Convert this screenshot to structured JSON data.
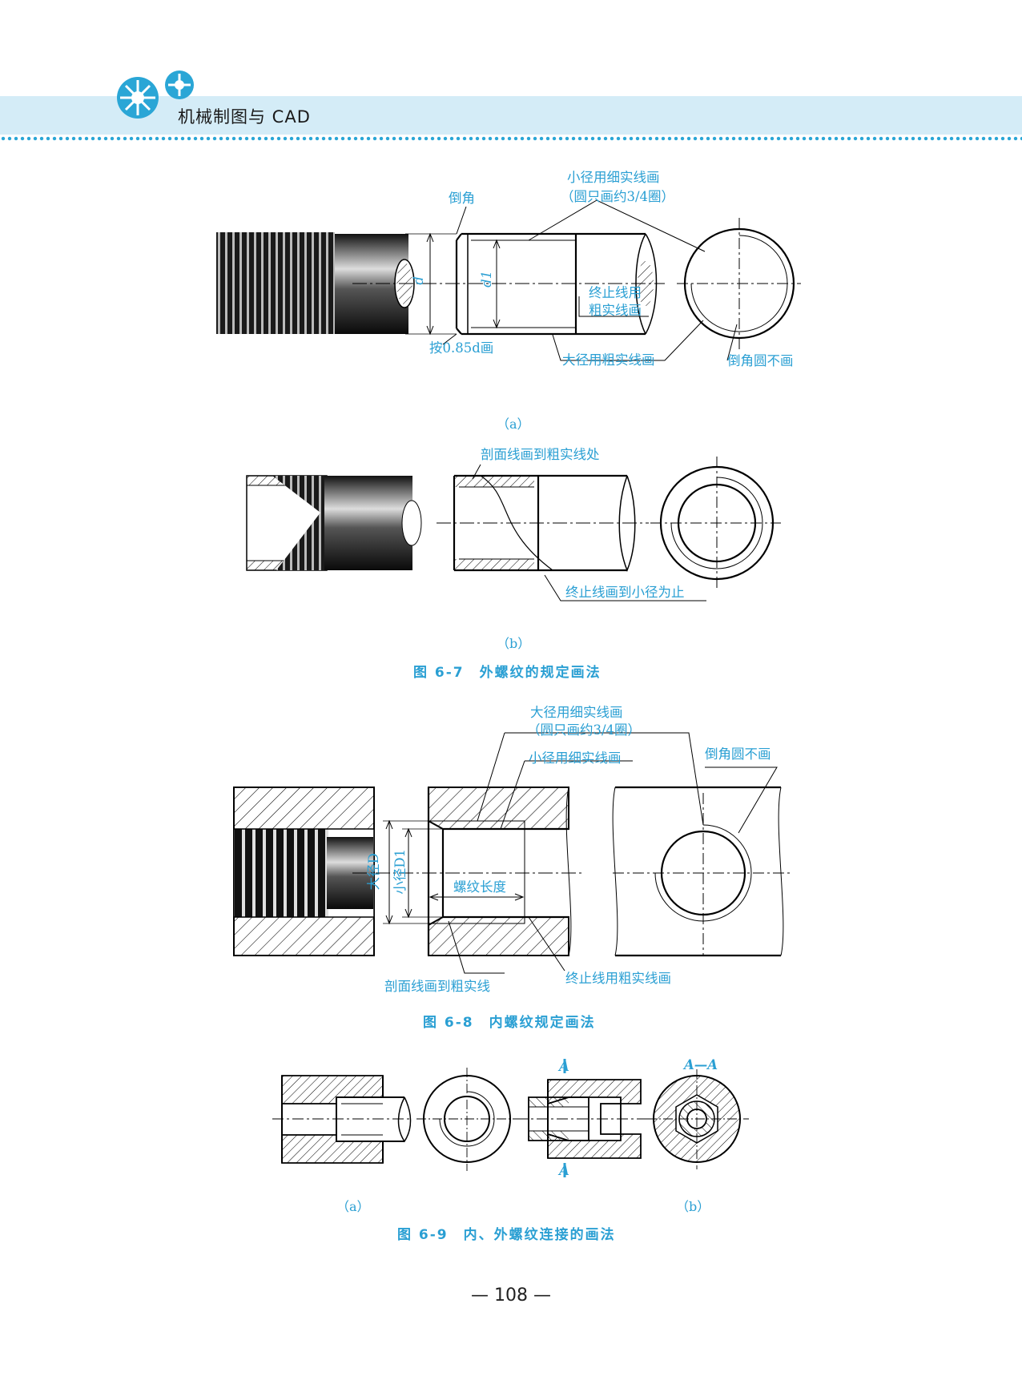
{
  "header": {
    "title": "机械制图与 CAD"
  },
  "fig67": {
    "a": {
      "chamfer": "倒角",
      "minor_line1": "小径用细实线画",
      "minor_line2": "（圆只画约3/4圈）",
      "term_line1": "终止线用",
      "term_line2": "粗实线画",
      "by_085d": "按0.85d画",
      "major": "大径用粗实线画",
      "no_chamfer_circle": "倒角圆不画",
      "d": "d",
      "d1": "d1",
      "sub": "（a）"
    },
    "b": {
      "hatch_to": "剖面线画到粗实线处",
      "term_to": "终止线画到小径为止",
      "sub": "（b）"
    },
    "caption": "图 6-7　外螺纹的规定画法"
  },
  "fig68": {
    "major_line1": "大径用细实线画",
    "major_line2": "（圆只画约3/4圈）",
    "minor": "小径用细实线画",
    "no_chamfer": "倒角圆不画",
    "major_D": "大径D",
    "minor_D1": "小径D1",
    "thread_len": "螺纹长度",
    "hatch_to": "剖面线画到粗实线",
    "term": "终止线用粗实线画",
    "caption": "图 6-8　内螺纹规定画法"
  },
  "fig69": {
    "A_top": "A",
    "A_bottom": "A",
    "AA": "A—A",
    "sub_a": "（a）",
    "sub_b": "（b）",
    "caption": "图 6-9　内、外螺纹连接的画法"
  },
  "page": {
    "number": "— 108 —"
  }
}
